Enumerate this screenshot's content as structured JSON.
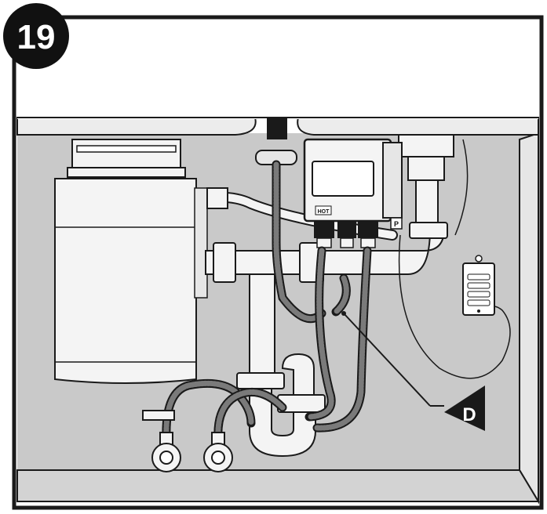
{
  "step": {
    "number": "19"
  },
  "callouts": [
    {
      "letter": "D"
    }
  ],
  "unit_labels": {
    "hot": "HOT",
    "inlet": "P"
  },
  "colors": {
    "cabinet_interior": "#c9c9c9",
    "cabinet_floor": "#d3d3d3",
    "sink": "#ececec",
    "outline": "#1a1a1a",
    "fixture": "#f4f4f4",
    "hose": "#7a7a7a"
  },
  "icons": [
    "step-badge",
    "garbage-disposal",
    "filter-unit",
    "remote-control-icon",
    "drain-trap",
    "shutoff-valve"
  ]
}
